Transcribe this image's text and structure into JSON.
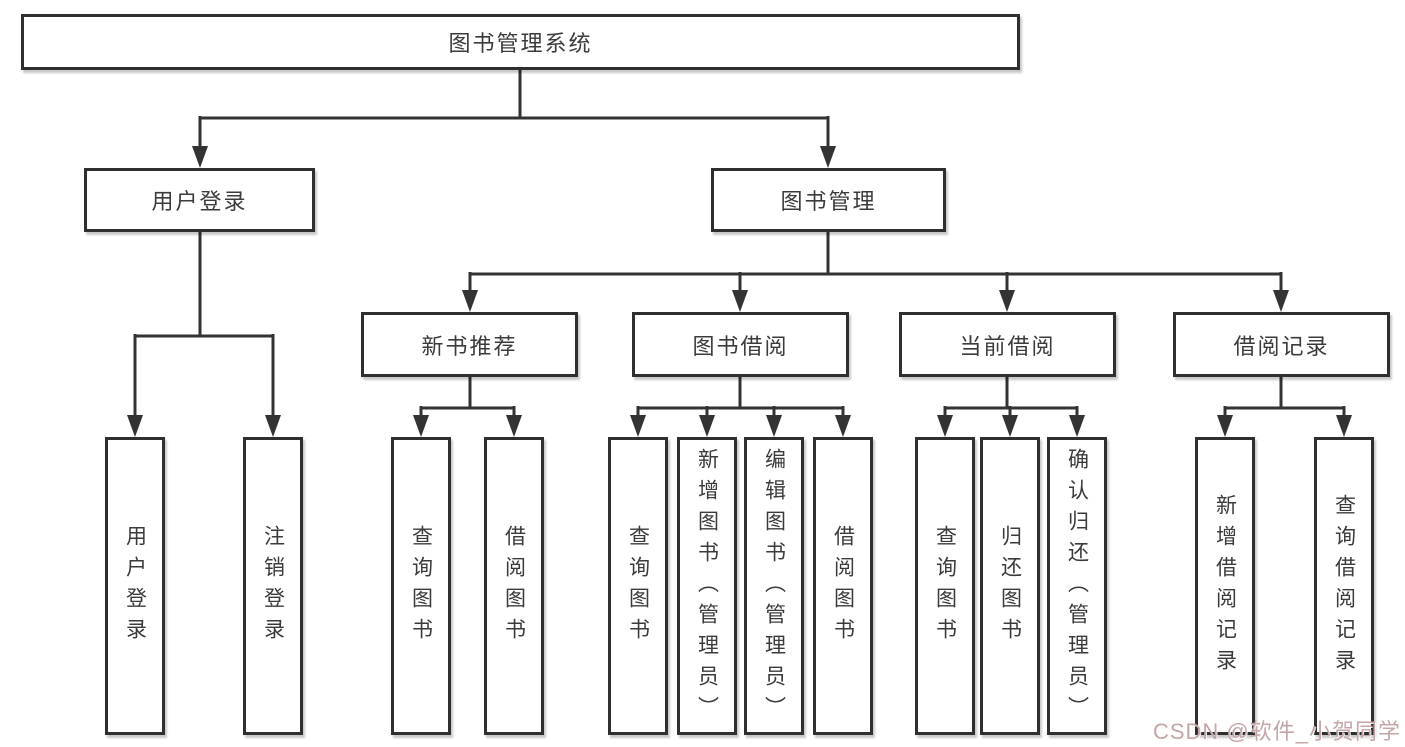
{
  "diagram_title": "图书管理系统",
  "colors": {
    "background": "#ffffff",
    "box_border": "#2f2f2f",
    "line": "#333333",
    "text": "#3b3b3b",
    "watermark": "#c4a6a6"
  },
  "tree": {
    "label": "图书管理系统",
    "children": [
      {
        "label": "用户登录",
        "children": [
          {
            "label": "用户登录"
          },
          {
            "label": "注销登录"
          }
        ]
      },
      {
        "label": "图书管理",
        "children": [
          {
            "label": "新书推荐",
            "children": [
              {
                "label": "查询图书"
              },
              {
                "label": "借阅图书"
              }
            ]
          },
          {
            "label": "图书借阅",
            "children": [
              {
                "label": "查询图书"
              },
              {
                "label": "新增图书（管理员）"
              },
              {
                "label": "编辑图书（管理员）"
              },
              {
                "label": "借阅图书"
              }
            ]
          },
          {
            "label": "当前借阅",
            "children": [
              {
                "label": "查询图书"
              },
              {
                "label": "归还图书"
              },
              {
                "label": "确认归还（管理员）"
              }
            ]
          },
          {
            "label": "借阅记录",
            "children": [
              {
                "label": "新增借阅记录"
              },
              {
                "label": "查询借阅记录"
              }
            ]
          }
        ]
      }
    ]
  },
  "watermark": {
    "text": "CSDN @软件_小贺同学"
  }
}
